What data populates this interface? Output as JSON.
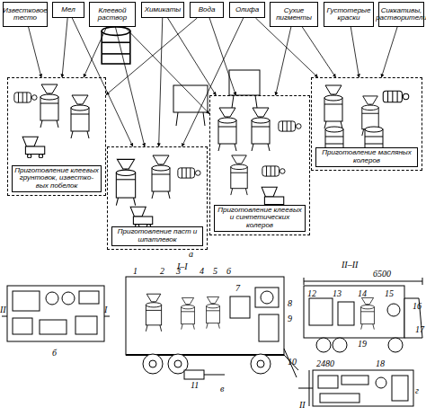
{
  "diagram": {
    "nodes": [
      {
        "text": [
          "Известковое тесто"
        ]
      },
      {
        "text": [
          "Мел"
        ]
      },
      {
        "text": [
          "Клеевой раствор"
        ]
      },
      {
        "text": [
          "Химикаты"
        ]
      },
      {
        "text": [
          "Вода"
        ]
      },
      {
        "text": [
          "Олифа"
        ]
      },
      {
        "text": [
          "Сухие пигменты"
        ]
      },
      {
        "text": [
          "Густотерые краски"
        ]
      },
      {
        "text": [
          "Сиккативы, растворители"
        ]
      },
      {
        "text": [
          "Приготовление клеевых грунтовок, известко- вых побелок"
        ]
      },
      {
        "text": [
          "Приготовление паст и шпатлевок"
        ]
      },
      {
        "text": [
          "Приготовление клеевых и синтетических колеров"
        ]
      },
      {
        "text": [
          "Приготовление масляных колеров"
        ]
      }
    ],
    "edges": [
      {
        "from": 0,
        "to": 9,
        "arrow": "to"
      },
      {
        "from": 1,
        "to": 9,
        "arrow": "to"
      },
      {
        "from": 1,
        "to": 10,
        "arrow": "to"
      },
      {
        "from": 2,
        "to": 9,
        "arrow": "to"
      },
      {
        "from": 2,
        "to": 10,
        "arrow": "to"
      },
      {
        "from": 2,
        "to": 11,
        "arrow": "to"
      },
      {
        "from": 3,
        "to": 10,
        "arrow": "to"
      },
      {
        "from": 3,
        "to": 11,
        "arrow": "to"
      },
      {
        "from": 4,
        "to": 9,
        "arrow": "to"
      },
      {
        "from": 4,
        "to": 11,
        "arrow": "to"
      },
      {
        "from": 5,
        "to": 10,
        "arrow": "to"
      },
      {
        "from": 5,
        "to": 12,
        "arrow": "to"
      },
      {
        "from": 6,
        "to": 11,
        "arrow": "to"
      },
      {
        "from": 6,
        "to": 12,
        "arrow": "to"
      },
      {
        "from": 7,
        "to": 12,
        "arrow": "to"
      },
      {
        "from": 8,
        "to": 12,
        "arrow": "to"
      }
    ],
    "labels": [
      "а",
      "б",
      "II",
      "I",
      "I–I",
      "1",
      "2",
      "3",
      "4",
      "5",
      "6",
      "7",
      "8",
      "9",
      "10",
      "11",
      "в",
      "II–II",
      "6500",
      "12",
      "13",
      "14",
      "15",
      "16",
      "17",
      "19",
      "2480",
      "18",
      "II",
      "г"
    ]
  }
}
